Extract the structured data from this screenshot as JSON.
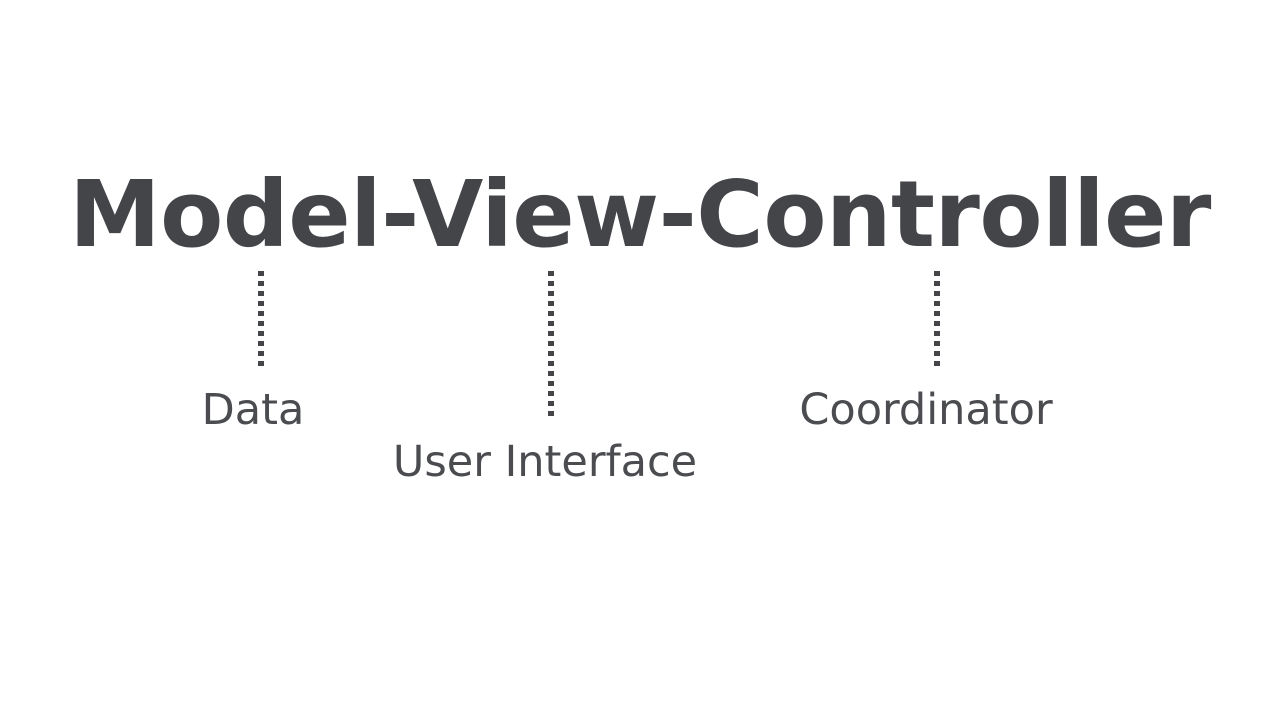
{
  "slide": {
    "background_color": "#ffffff",
    "title": "Model-View-Controller",
    "title_color": "#434549",
    "caption_color": "#4a4c50",
    "connector_color": "#434549",
    "parts": [
      {
        "key": "model",
        "term": "Model",
        "caption": "Data",
        "connector_style": "dotted-vertical"
      },
      {
        "key": "view",
        "term": "View",
        "caption": "User Interface",
        "connector_style": "dotted-vertical"
      },
      {
        "key": "controller",
        "term": "Controller",
        "caption": "Coordinator",
        "connector_style": "dotted-vertical"
      }
    ]
  }
}
